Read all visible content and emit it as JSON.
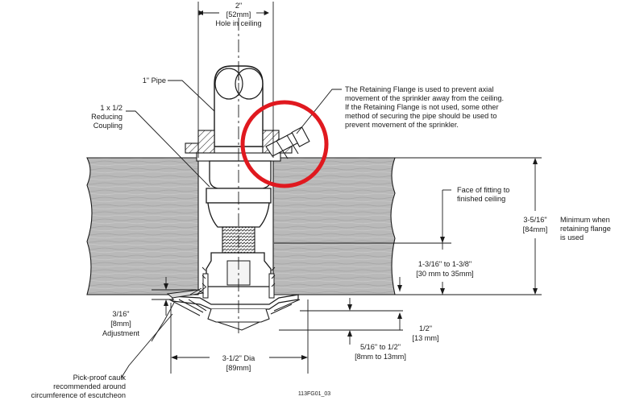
{
  "labels": {
    "hole": [
      "2\"",
      "[52mm]",
      "Hole in ceiling"
    ],
    "pipe": [
      "1\" Pipe"
    ],
    "coupling": [
      "1 x 1/2",
      "Reducing",
      "Coupling"
    ],
    "flange_note": [
      "The Retaining Flange is used to prevent axial",
      "movement of the sprinkler away from the ceiling.",
      "If the Retaining Flange is not used, some other",
      "method of securing the pipe should be used to",
      "prevent movement of the sprinkler."
    ],
    "face": [
      "Face of fitting to",
      "finished ceiling"
    ],
    "depth": [
      "3-5/16\"",
      "[84mm]"
    ],
    "minimum": [
      "Minimum when",
      "retaining flange",
      "is used"
    ],
    "range": [
      "1-3/16\" to 1-3/8\"",
      "[30 mm to 35mm]"
    ],
    "adjust": [
      "3/16\"",
      "[8mm]",
      "Adjustment"
    ],
    "half": [
      "1/2\"",
      "[13 mm]"
    ],
    "gap": [
      "5/16\" to 1/2\"",
      "[8mm to 13mm]"
    ],
    "dia": [
      "3-1/2\" Dia",
      "[89mm]"
    ],
    "caulk": [
      "Pick-proof caulk",
      "recommended around",
      "circumference of escutcheon"
    ],
    "figure_code": "113FG01_03"
  },
  "colors": {
    "ceiling": "#b9b9b9",
    "ceiling_dark": "#8e8e8e",
    "line": "#1a1a1a",
    "highlight": "#e0191f"
  }
}
